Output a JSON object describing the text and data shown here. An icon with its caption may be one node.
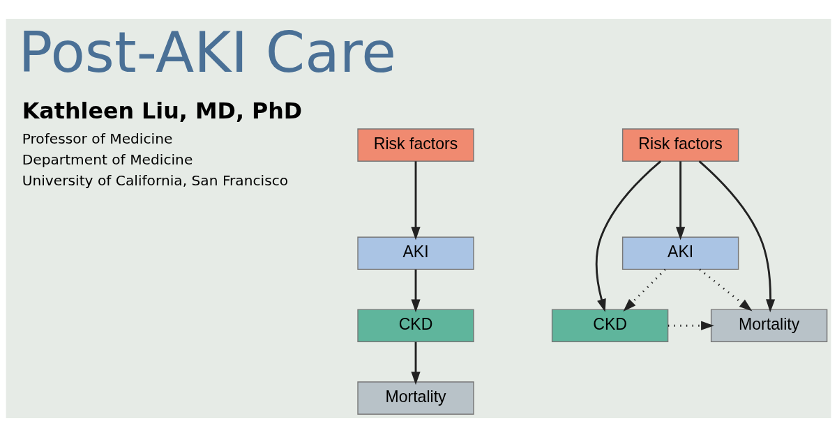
{
  "diagram": {
    "title": "Post-AKI Care",
    "nodes": [
      {
        "text": [
          "Risk factors"
        ]
      },
      {
        "text": [
          "AKI"
        ]
      },
      {
        "text": [
          "CKD"
        ]
      },
      {
        "text": [
          "Mortality"
        ]
      },
      {
        "text": [
          "Risk factors"
        ]
      },
      {
        "text": [
          "AKI"
        ]
      },
      {
        "text": [
          "CKD"
        ]
      },
      {
        "text": [
          "Mortality"
        ]
      }
    ],
    "edges": [
      {
        "from": 0,
        "to": 1,
        "arrow": "to"
      },
      {
        "from": 1,
        "to": 2,
        "arrow": "to"
      },
      {
        "from": 2,
        "to": 3,
        "arrow": "to"
      },
      {
        "from": 4,
        "to": 6,
        "arrow": "to"
      },
      {
        "from": 4,
        "to": 5,
        "arrow": "to"
      },
      {
        "from": 4,
        "to": 7,
        "arrow": "to"
      },
      {
        "from": 5,
        "to": 6,
        "arrow": "to",
        "style": "dashed"
      },
      {
        "from": 5,
        "to": 7,
        "arrow": "to",
        "style": "dashed"
      },
      {
        "from": 6,
        "to": 7,
        "arrow": "to",
        "style": "dashed"
      }
    ],
    "labels": [
      "Kathleen Liu, MD, PhD",
      "Professor of Medicine",
      "Department of Medicine",
      "University of California, San Francisco"
    ]
  }
}
